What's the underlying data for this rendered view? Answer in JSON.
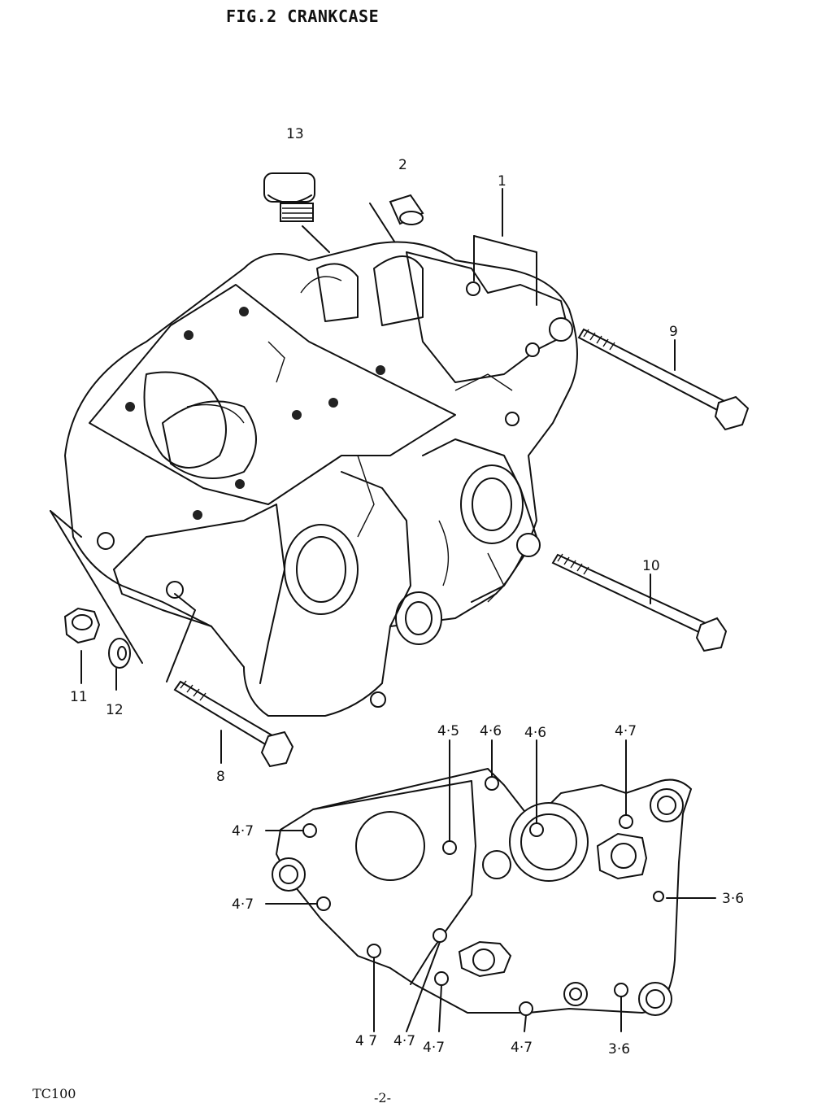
{
  "title": "FIG.2  CRANKCASE",
  "callouts": {
    "c1": "1",
    "c2": "2",
    "c8": "8",
    "c9": "9",
    "c10": "10",
    "c11": "11",
    "c12": "12",
    "c13": "13"
  },
  "torque_labels": {
    "t1": "4·5",
    "t2": "4·6",
    "t3": "4·6",
    "t4": "4·7",
    "t5": "4·7",
    "t6": "4·7",
    "t7": "3·6",
    "t8": "4 7",
    "t9": "4·7",
    "t10": "4·7",
    "t11": "4·7",
    "t12": "3·6"
  },
  "footer": {
    "model": "TC100",
    "page": "-2-"
  }
}
